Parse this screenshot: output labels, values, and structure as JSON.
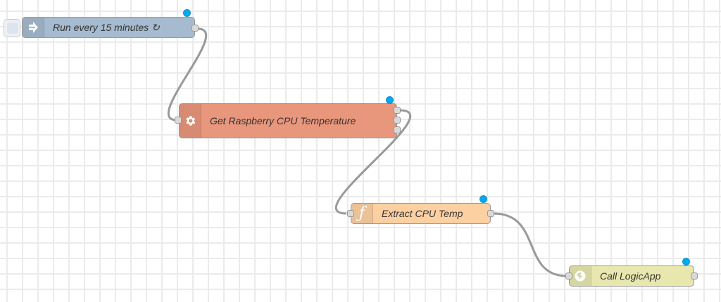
{
  "nodes": [
    {
      "id": "inject",
      "label": "Run every 15 minutes ↻",
      "type": "inject",
      "icon": "arrow-right-icon",
      "color": "#a6bbcf"
    },
    {
      "id": "exec",
      "label": "Get Raspberry CPU Temperature",
      "type": "exec",
      "icon": "gear-icon",
      "color": "#e8967c"
    },
    {
      "id": "function",
      "label": "Extract CPU Temp",
      "type": "function",
      "icon": "function-icon",
      "color": "#fdd0a2"
    },
    {
      "id": "http",
      "label": "Call LogicApp",
      "type": "http request",
      "icon": "globe-icon",
      "color": "#e7e7ae"
    }
  ],
  "wires": [
    {
      "from": "inject",
      "to": "exec"
    },
    {
      "from": "exec",
      "to": "function"
    },
    {
      "from": "function",
      "to": "http"
    }
  ],
  "colors": {
    "status_changed": "#00a9f4",
    "wire": "#999999",
    "grid": "#ebebeb"
  }
}
